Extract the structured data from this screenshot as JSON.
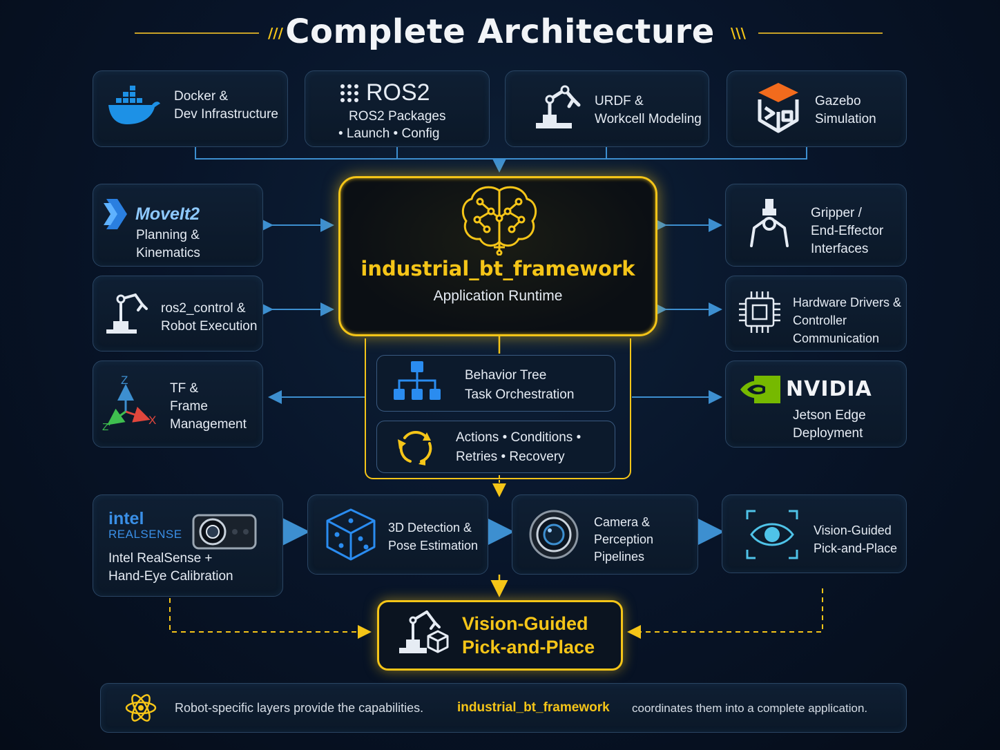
{
  "title": "Complete Architecture",
  "top_row": {
    "docker": {
      "line1": "Docker &",
      "line2": "Dev Infrastructure",
      "icon": "docker-whale-icon"
    },
    "ros2": {
      "logo": "ROS2",
      "line1": "ROS2 Packages",
      "line2": "• Launch • Config",
      "icon": "ros-dots-icon"
    },
    "urdf": {
      "line1": "URDF &",
      "line2": "Workcell Modeling",
      "icon": "robot-arm-icon"
    },
    "gazebo": {
      "line1": "Gazebo",
      "line2": "Simulation",
      "icon": "gazebo-cube-icon"
    }
  },
  "hub": {
    "name": "industrial_bt_framework",
    "subtitle": "Application Runtime",
    "icon": "brain-network-icon"
  },
  "left_col": {
    "moveit": {
      "logo": "MoveIt2",
      "line1": "Planning &",
      "line2": "Kinematics"
    },
    "ros2control": {
      "line1": "ros2_control &",
      "line2": "Robot Execution"
    },
    "tf": {
      "line1": "TF &",
      "line2": "Frame",
      "line3": "Management",
      "axes": {
        "z": "Z",
        "x": "X",
        "zp": "Z'"
      }
    }
  },
  "right_col": {
    "gripper": {
      "line1": "Gripper /",
      "line2": "End-Effector",
      "line3": "Interfaces"
    },
    "hardware": {
      "line1": "Hardware Drivers &",
      "line2": "Controller",
      "line3": "Communication"
    },
    "nvidia": {
      "logo": "NVIDIA",
      "line1": "Jetson Edge",
      "line2": "Deployment"
    }
  },
  "bt": {
    "tree": {
      "line1": "Behavior Tree",
      "line2": "Task Orchestration"
    },
    "actions": {
      "line1": "Actions • Conditions •",
      "line2": "Retries • Recovery"
    }
  },
  "vision_row": {
    "realsense": {
      "logo1": "intel",
      "logo2": "REALSENSE",
      "line1": "Intel RealSense +",
      "line2": "Hand-Eye Calibration"
    },
    "detection": {
      "line1": "3D Detection &",
      "line2": "Pose Estimation"
    },
    "camera": {
      "line1": "Camera &",
      "line2": "Perception",
      "line3": "Pipelines"
    },
    "vgpp": {
      "line1": "Vision-Guided",
      "line2": "Pick-and-Place"
    }
  },
  "final": {
    "line1": "Vision-Guided",
    "line2": "Pick-and-Place"
  },
  "footer": {
    "part1": "Robot-specific layers provide the capabilities.",
    "highlight": "industrial_bt_framework",
    "part2": "coordinates them into a complete application."
  },
  "colors": {
    "accent": "#f5c518",
    "wire": "#3d8fd0",
    "card_border": "#2a4563",
    "nvidia_green": "#76b900",
    "docker_blue": "#1d91e6"
  }
}
